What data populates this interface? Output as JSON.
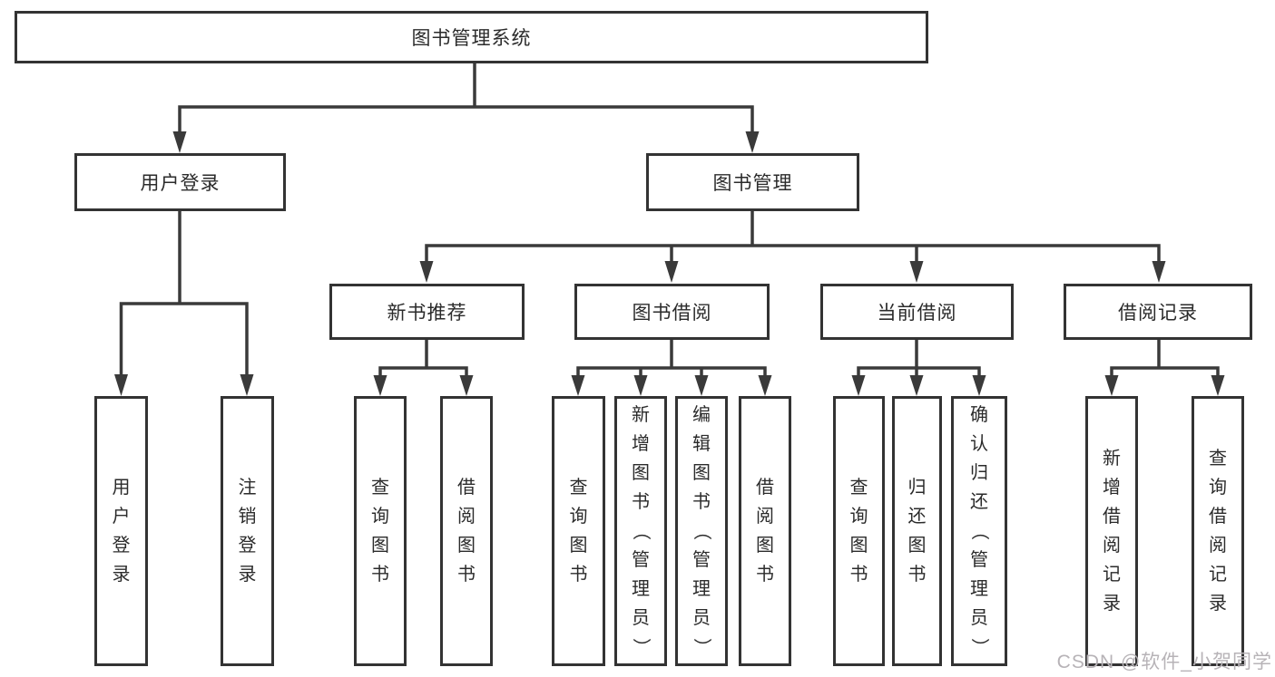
{
  "tree": {
    "root": {
      "label": "图书管理系统"
    },
    "branches": [
      {
        "label": "用户登录",
        "children": [
          {
            "label": "用户登录"
          },
          {
            "label": "注销登录"
          }
        ]
      },
      {
        "label": "图书管理",
        "children": [
          {
            "label": "新书推荐",
            "children": [
              {
                "label": "查询图书"
              },
              {
                "label": "借阅图书"
              }
            ]
          },
          {
            "label": "图书借阅",
            "children": [
              {
                "label": "查询图书"
              },
              {
                "label": "新增图书（管理员）"
              },
              {
                "label": "编辑图书（管理员）"
              },
              {
                "label": "借阅图书"
              }
            ]
          },
          {
            "label": "当前借阅",
            "children": [
              {
                "label": "查询图书"
              },
              {
                "label": "归还图书"
              },
              {
                "label": "确认归还（管理员）"
              }
            ]
          },
          {
            "label": "借阅记录",
            "children": [
              {
                "label": "新增借阅记录"
              },
              {
                "label": "查询借阅记录"
              }
            ]
          }
        ]
      }
    ]
  },
  "watermark": {
    "text": "CSDN @软件_小贺同学",
    "color": "#b7b3b7"
  },
  "colors": {
    "line": "#3a3a3a",
    "box_border": "#333333",
    "box_fill": "#ffffff",
    "text": "#2b2b2b",
    "background": "#ffffff"
  }
}
